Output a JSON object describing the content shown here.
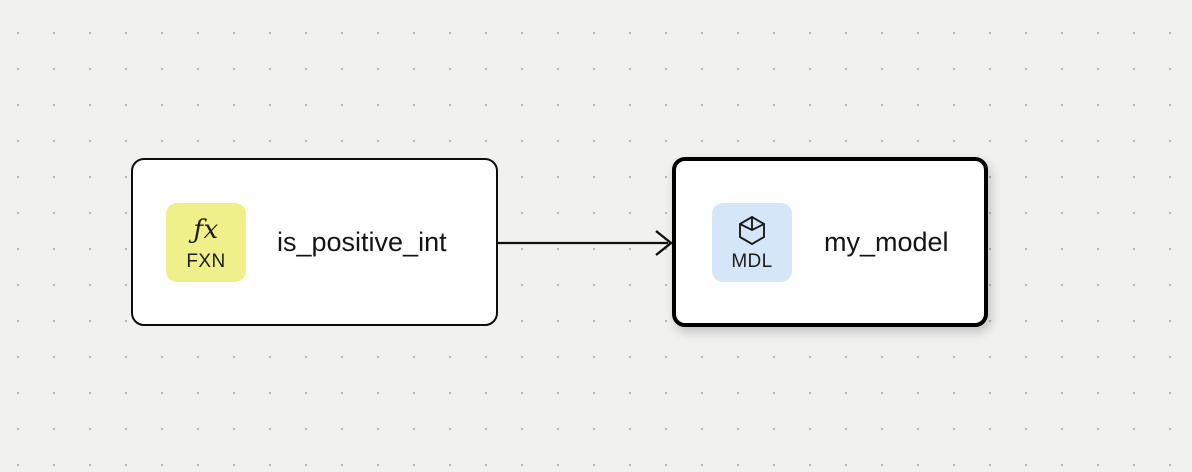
{
  "canvas": {
    "background_color": "#f1f1f0",
    "dot_color": "#b9b9b9",
    "grid_spacing": 36
  },
  "nodes": [
    {
      "id": "fxn-node",
      "title": "is_positive_int",
      "badge_abbr": "FXN",
      "badge_glyph": "ƒx",
      "badge_icon_name": "function-fx-icon",
      "badge_color": "#f0f08a",
      "selected": false
    },
    {
      "id": "mdl-node",
      "title": "my_model",
      "badge_abbr": "MDL",
      "badge_icon_name": "cube-icon",
      "badge_color": "#d6e6f9",
      "selected": true
    }
  ],
  "edges": [
    {
      "id": "edge-fxn-to-mdl",
      "from": "fxn-node",
      "to": "mdl-node",
      "color": "#111111",
      "arrow": "chevron"
    }
  ]
}
